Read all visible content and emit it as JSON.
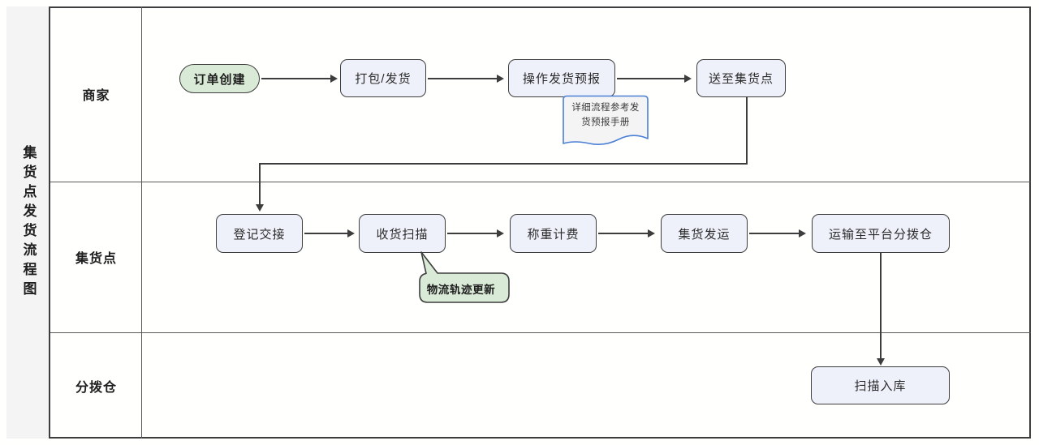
{
  "diagram": {
    "title": "集货点发货流程图",
    "type": "swimlane-flowchart",
    "colors": {
      "start_fill": "#d9ead6",
      "process_fill": "#eef1fa",
      "border": "#3d3d3d",
      "note_border": "#4a7fd6",
      "note_fill": "#f4f4f4",
      "callout_fill": "#d9ead6",
      "title_col_fill": "#f4f4f4"
    }
  },
  "lanes": [
    {
      "label": "商家"
    },
    {
      "label": "集货点"
    },
    {
      "label": "分拨仓"
    }
  ],
  "nodes": {
    "order_create": "订单创建",
    "pack_ship": "打包/发货",
    "prealert": "操作发货预报",
    "send_to_hub": "送至集货点",
    "register_handover": "登记交接",
    "receive_scan": "收货扫描",
    "weigh_charge": "称重计费",
    "hub_dispatch": "集货发运",
    "transport_to_dc": "运输至平台分拨仓",
    "scan_inbound": "扫描入库"
  },
  "annotations": {
    "prealert_note_line1": "详细流程参考发",
    "prealert_note_line2": "货预报手册",
    "receive_scan_callout": "物流轨迹更新"
  }
}
